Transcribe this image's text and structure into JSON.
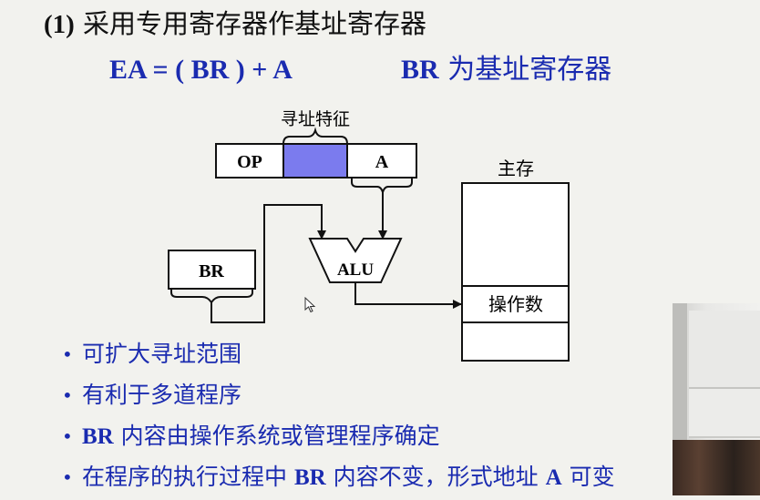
{
  "title": {
    "num": "(1)",
    "text": "采用专用寄存器作基址寄存器"
  },
  "formula": {
    "ea": "EA = ( BR ) + A",
    "br_bold": "BR",
    "br_text": "为基址寄存器"
  },
  "diagram": {
    "addr_feature_label": "寻址特征",
    "op_label": "OP",
    "a_label": "A",
    "br_label": "BR",
    "alu_label": "ALU",
    "memory_label": "主存",
    "operand_label": "操作数",
    "colors": {
      "addr_feature_fill": "#7b7bee",
      "line": "#111111"
    }
  },
  "bullets": {
    "b1": "可扩大寻址范围",
    "b2": "有利于多道程序",
    "b3_bold": "BR",
    "b3_text": " 内容由操作系统或管理程序确定",
    "b4_pre": "在程序的执行过程中 ",
    "b4_bold": "BR",
    "b4_mid": " 内容不变，形式地址 ",
    "b4_bold2": "A",
    "b4_post": " 可变"
  }
}
